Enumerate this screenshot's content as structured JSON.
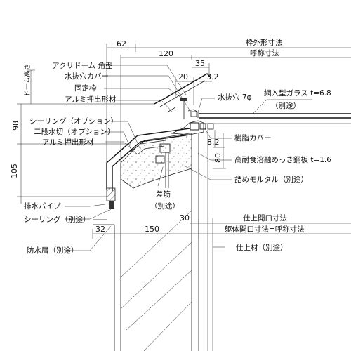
{
  "labels": {
    "frame_outer": "枠外形寸法",
    "nominal": "呼称寸法",
    "acrylic_dome": "アクリドーム 角型",
    "drain_cover": "水抜穴カバー",
    "fixed_frame": "固定枠",
    "alu_extrusion_1": "アルミ押出形材",
    "drain_hole": "水抜穴 7φ",
    "wire_glass": "網入型ガラス t=6.8",
    "separate_1": "（別途）",
    "sealing_opt": "シーリング（オプション）",
    "two_stage": "二段水切（オプション）",
    "alu_extrusion_2": "アルミ押出形材",
    "resin_cover": "樹脂カバー",
    "steel_plate": "高耐食溶融めっき鋼板 t=1.6",
    "mortar": "詰めモルタル（別途）",
    "rebar": "差筋",
    "separate_2": "（別途）",
    "drain_pipe": "排水パイプ",
    "sealing_sep": "シーリング（別途）",
    "finish_opening": "仕上開口寸法",
    "body_opening": "躯体開口寸法=呼称寸法",
    "waterproof": "防水層（別途）",
    "finish_material": "仕上材（別途）",
    "dome_height": "ドーム高さ"
  },
  "dims": {
    "d62": "62",
    "d120": "120",
    "d35": "35",
    "d20": "20",
    "d3_2": "3.2",
    "d98": "98",
    "d105": "105",
    "d8_2": "8.2",
    "d80": "80",
    "d30": "30",
    "d32": "32",
    "d150": "150"
  }
}
